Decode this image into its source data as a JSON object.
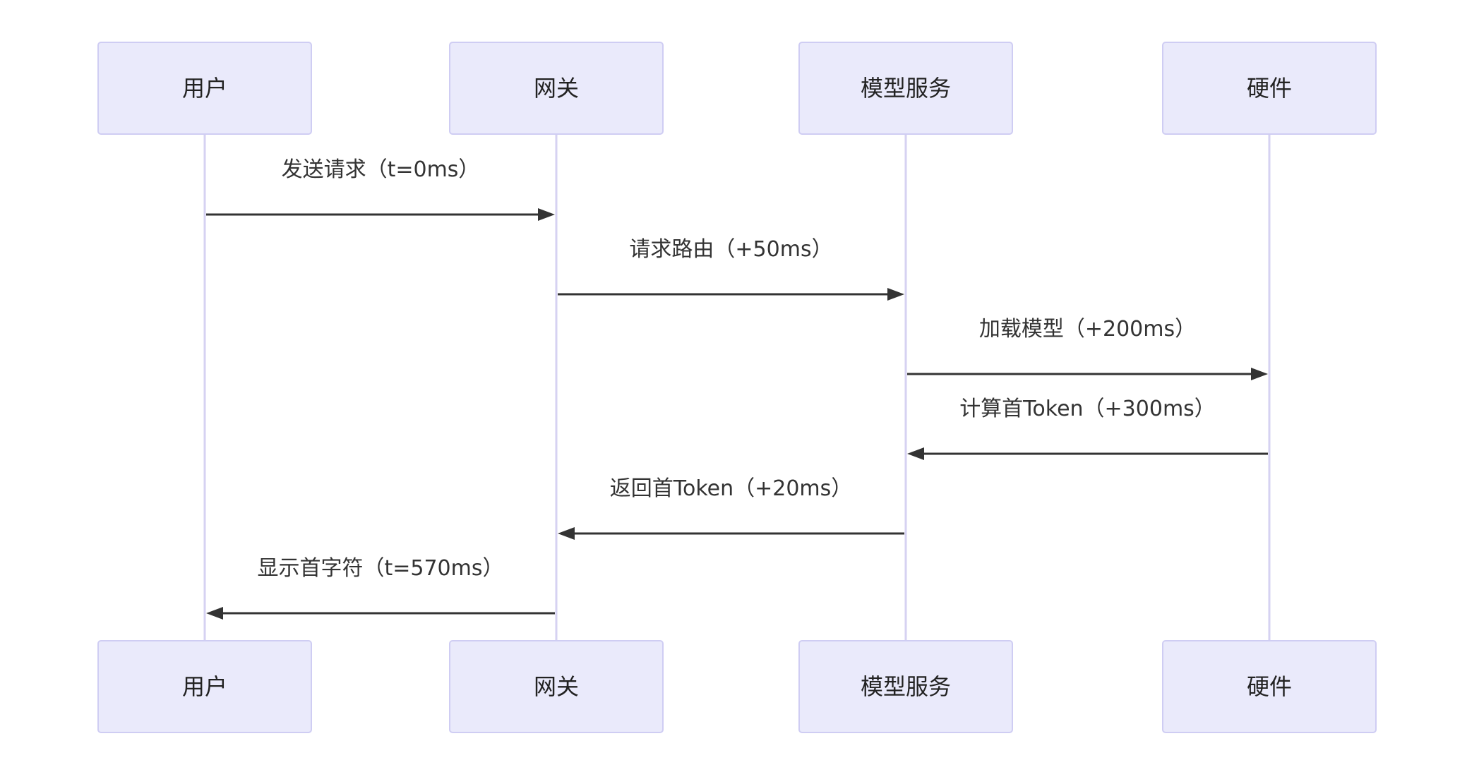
{
  "participants": [
    {
      "id": "user",
      "label": "用户"
    },
    {
      "id": "gateway",
      "label": "网关"
    },
    {
      "id": "model_service",
      "label": "模型服务"
    },
    {
      "id": "hardware",
      "label": "硬件"
    }
  ],
  "messages": [
    {
      "from": "user",
      "to": "gateway",
      "label": "发送请求（t=0ms）"
    },
    {
      "from": "gateway",
      "to": "model_service",
      "label": "请求路由（+50ms）"
    },
    {
      "from": "model_service",
      "to": "hardware",
      "label": "加载模型（+200ms）"
    },
    {
      "from": "hardware",
      "to": "model_service",
      "label": "计算首Token（+300ms）"
    },
    {
      "from": "model_service",
      "to": "gateway",
      "label": "返回首Token（+20ms）"
    },
    {
      "from": "gateway",
      "to": "user",
      "label": "显示首字符（t=570ms）"
    }
  ],
  "colors": {
    "actor_fill": "#eaeafb",
    "actor_border": "#cfcdf3",
    "lifeline": "#d6d2f2",
    "arrow": "#333333",
    "text": "#333333"
  }
}
